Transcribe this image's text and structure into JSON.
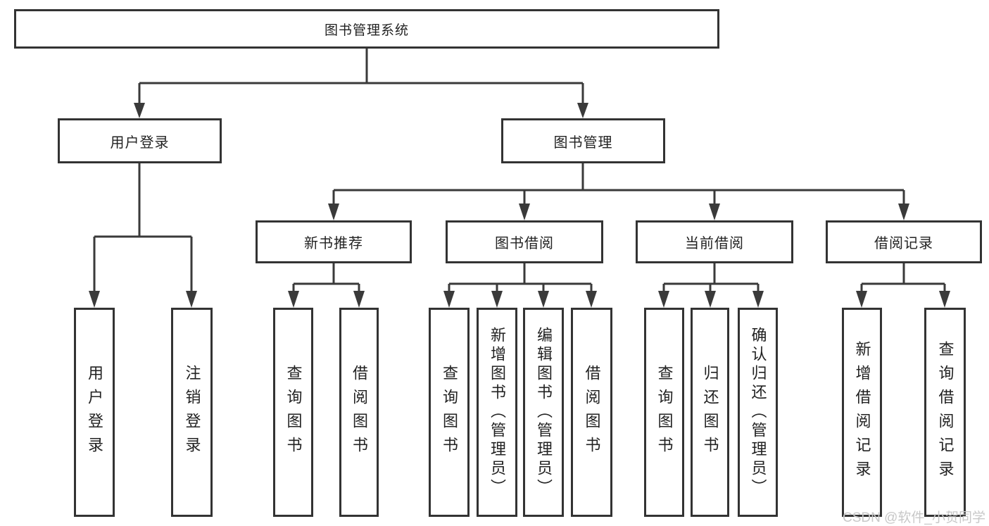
{
  "root": {
    "label": "图书管理系统"
  },
  "branches": [
    {
      "label": "用户登录",
      "leaves": [
        {
          "label": "用户登录"
        },
        {
          "label": "注销登录"
        }
      ]
    },
    {
      "label": "图书管理",
      "sections": [
        {
          "label": "新书推荐",
          "leaves": [
            {
              "label": "查询图书"
            },
            {
              "label": "借阅图书"
            }
          ]
        },
        {
          "label": "图书借阅",
          "leaves": [
            {
              "label": "查询图书"
            },
            {
              "label": "新增图书（管理员）"
            },
            {
              "label": "编辑图书（管理员）"
            },
            {
              "label": "借阅图书"
            }
          ]
        },
        {
          "label": "当前借阅",
          "leaves": [
            {
              "label": "查询图书"
            },
            {
              "label": "归还图书"
            },
            {
              "label": "确认归还（管理员）"
            }
          ]
        },
        {
          "label": "借阅记录",
          "leaves": [
            {
              "label": "新增借阅记录"
            },
            {
              "label": "查询借阅记录"
            }
          ]
        }
      ]
    }
  ],
  "watermark": {
    "text": "CSDN @软件_小贺同学",
    "color": "#c8c8c8"
  },
  "colors": {
    "line": "#3a3a3a",
    "border": "#333333",
    "background": "#ffffff"
  }
}
